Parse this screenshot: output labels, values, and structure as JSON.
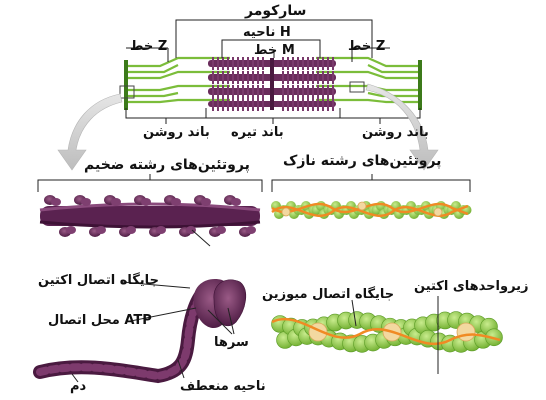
{
  "sarcomere": {
    "title": "سارکومر",
    "h_zone": "ناحیه H",
    "m_line": "خط M",
    "z_line_left": "خط Z",
    "z_line_right": "خط Z",
    "light_band_left": "باند روشن",
    "dark_band": "باند تیره",
    "light_band_right": "باند روشن"
  },
  "thick_filament": {
    "title": "پروتئین‌های رشته ضخیم"
  },
  "thin_filament": {
    "title": "پروتئین‌های رشته نازک"
  },
  "myosin": {
    "actin_binding_site": "جایگاه اتصال اکتین",
    "atp_binding_site": "محل اتصال ATP",
    "heads": "سرها",
    "tail": "دم",
    "hinge_region": "ناحیه منعطف"
  },
  "actin": {
    "myosin_binding_site": "جایگاه اتصال میوزین",
    "actin_subunits": "زیرواحدهای اکتین"
  },
  "colors": {
    "myosin": "#6a2c5c",
    "myosin_dark": "#4a1a40",
    "actin": "#8cc63f",
    "actin_dark": "#5a9a25",
    "tropomyosin": "#f08a24",
    "troponin": "#f3d8a0",
    "arrow": "#c8c8c8",
    "line": "#222222"
  }
}
